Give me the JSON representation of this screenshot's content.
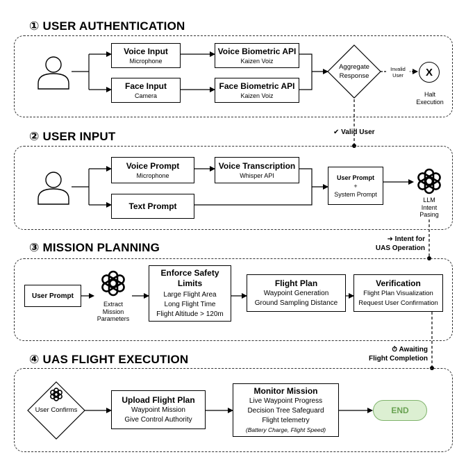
{
  "sections": {
    "auth": {
      "title": "① USER AUTHENTICATION"
    },
    "input": {
      "title": "② USER INPUT"
    },
    "planning": {
      "title": "③ MISSION PLANNING"
    },
    "execution": {
      "title": "④ UAS FLIGHT EXECUTION"
    }
  },
  "auth": {
    "voice_input": {
      "title": "Voice Input",
      "sub": "Microphone"
    },
    "face_input": {
      "title": "Face Input",
      "sub": "Camera"
    },
    "voice_api": {
      "title": "Voice Biometric API",
      "sub": "Kaizen Voiz"
    },
    "face_api": {
      "title": "Face Biometric API",
      "sub": "Kaizen Voiz"
    },
    "aggregate": {
      "line1": "Aggregate",
      "line2": "Response"
    },
    "invalid_label": {
      "line1": "Invalid",
      "line2": "User"
    },
    "halt_symbol": "X",
    "halt_label": {
      "line1": "Halt",
      "line2": "Execution"
    }
  },
  "connectors": {
    "valid_user": "✔ Valid User",
    "intent_line1": "➜ Intent for",
    "intent_line2": "UAS Operation",
    "awaiting_line1": "⏱ Awaiting",
    "awaiting_line2": "Flight Completion"
  },
  "input": {
    "voice_prompt": {
      "title": "Voice Prompt",
      "sub": "Microphone"
    },
    "text_prompt": {
      "title": "Text Prompt"
    },
    "transcription": {
      "title": "Voice Transcription",
      "sub": "Whisper API"
    },
    "combine": {
      "line1": "User Prompt",
      "line2": "+",
      "line3": "System Prompt"
    },
    "llm_label": {
      "line1": "LLM",
      "line2": "Intent",
      "line3": "Pasing"
    }
  },
  "planning": {
    "user_prompt": "User Prompt",
    "extract_label": {
      "line1": "Extract",
      "line2": "Mission",
      "line3": "Parameters"
    },
    "safety": {
      "title1": "Enforce Safety",
      "title2": "Limits",
      "items": [
        "Large Flight Area",
        "Long Flight Time",
        "Flight Altitude > 120m"
      ]
    },
    "flight_plan": {
      "title": "Flight Plan",
      "items": [
        "Waypoint Generation",
        "Ground Sampling Distance"
      ]
    },
    "verification": {
      "title": "Verification",
      "items": [
        "Flight Plan Visualization",
        "Request User Confirmation"
      ]
    }
  },
  "execution": {
    "user_confirms": "User Confirms",
    "upload": {
      "title": "Upload Flight Plan",
      "items": [
        "Waypoint Mission",
        "Give Control Authority"
      ]
    },
    "monitor": {
      "title": "Monitor Mission",
      "items": [
        "Live Waypoint Progress",
        "Decision Tree Safeguard",
        "Flight telemetry"
      ],
      "note": "(Battery Charge, Flight Speed)"
    },
    "end": "END"
  },
  "icons": [
    "user-icon",
    "openai-icon",
    "openai-icon",
    "openai-icon"
  ],
  "colors": {
    "end_fill": "#dcefd2",
    "end_border": "#7fb36b",
    "end_text": "#6aa253"
  }
}
